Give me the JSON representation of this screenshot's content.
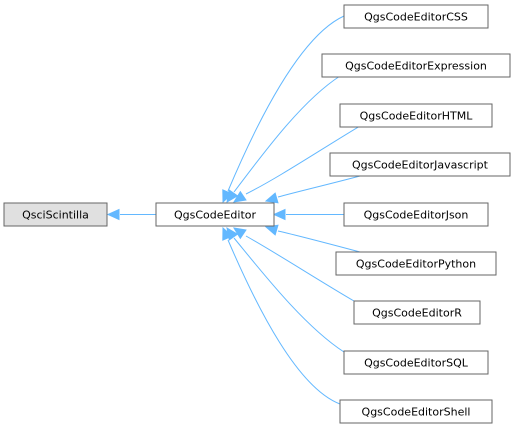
{
  "diagram": {
    "type": "class-inheritance-graph",
    "colors": {
      "edge": "#63b8ff",
      "node_border": "#666666",
      "node_fill": "#ffffff",
      "external_node_fill": "#e0e0e0"
    },
    "nodes": {
      "qsci": "QsciScintilla",
      "editor": "QgsCodeEditor",
      "css": "QgsCodeEditorCSS",
      "expression": "QgsCodeEditorExpression",
      "html": "QgsCodeEditorHTML",
      "javascript": "QgsCodeEditorJavascript",
      "json": "QgsCodeEditorJson",
      "python": "QgsCodeEditorPython",
      "r": "QgsCodeEditorR",
      "sql": "QgsCodeEditorSQL",
      "shell": "QgsCodeEditorShell"
    },
    "edges": [
      {
        "child": "editor",
        "parent": "qsci"
      },
      {
        "child": "css",
        "parent": "editor"
      },
      {
        "child": "expression",
        "parent": "editor"
      },
      {
        "child": "html",
        "parent": "editor"
      },
      {
        "child": "javascript",
        "parent": "editor"
      },
      {
        "child": "json",
        "parent": "editor"
      },
      {
        "child": "python",
        "parent": "editor"
      },
      {
        "child": "r",
        "parent": "editor"
      },
      {
        "child": "sql",
        "parent": "editor"
      },
      {
        "child": "shell",
        "parent": "editor"
      }
    ]
  }
}
